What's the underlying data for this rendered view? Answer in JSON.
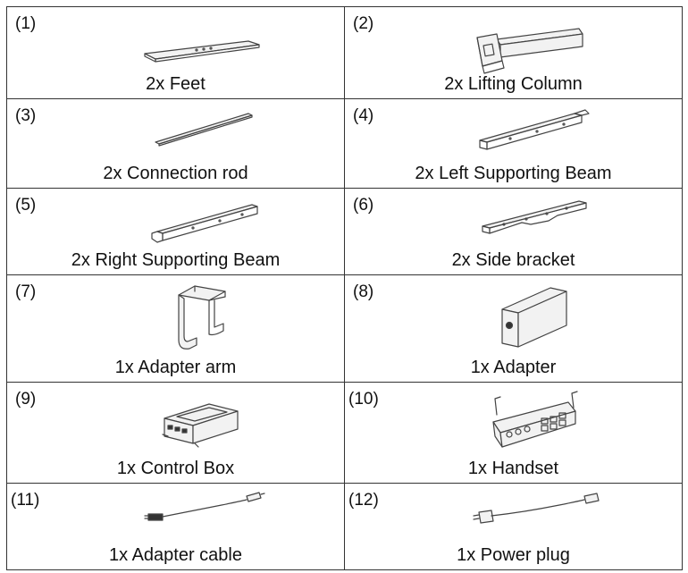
{
  "parts": [
    {
      "number": "(1)",
      "label": "2x Feet",
      "icon": "foot-icon"
    },
    {
      "number": "(2)",
      "label": "2x Lifting Column",
      "icon": "lifting-column-icon"
    },
    {
      "number": "(3)",
      "label": "2x Connection rod",
      "icon": "connection-rod-icon"
    },
    {
      "number": "(4)",
      "label": "2x Left Supporting Beam",
      "icon": "left-beam-icon"
    },
    {
      "number": "(5)",
      "label": "2x Right Supporting Beam",
      "icon": "right-beam-icon"
    },
    {
      "number": "(6)",
      "label": "2x Side bracket",
      "icon": "side-bracket-icon"
    },
    {
      "number": "(7)",
      "label": "1x Adapter arm",
      "icon": "adapter-arm-icon"
    },
    {
      "number": "(8)",
      "label": "1x Adapter",
      "icon": "adapter-icon"
    },
    {
      "number": "(9)",
      "label": "1x Control Box",
      "icon": "control-box-icon"
    },
    {
      "number": "(10)",
      "label": "1x Handset",
      "icon": "handset-icon"
    },
    {
      "number": "(11)",
      "label": "1x Adapter cable",
      "icon": "adapter-cable-icon"
    },
    {
      "number": "(12)",
      "label": "1x Power plug",
      "icon": "power-plug-icon"
    }
  ]
}
